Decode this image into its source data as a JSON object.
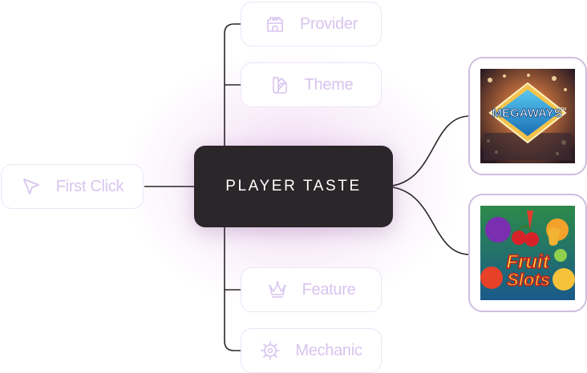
{
  "center": {
    "label": "PLAYER TASTE"
  },
  "left_node": {
    "label": "First Click",
    "icon": "cursor-arrow-icon"
  },
  "branches": [
    {
      "label": "Provider",
      "icon": "castle-icon"
    },
    {
      "label": "Theme",
      "icon": "palette-icon"
    },
    {
      "label": "Feature",
      "icon": "crown-icon"
    },
    {
      "label": "Mechanic",
      "icon": "gear-icon"
    }
  ],
  "games": [
    {
      "title": "MEGAWAYS",
      "superscript": "TM",
      "icon": "megaways-game-thumbnail"
    },
    {
      "title_line1": "Fruit",
      "title_line2": "Slots",
      "icon": "fruit-slots-game-thumbnail"
    }
  ],
  "colors": {
    "pill_text": "#d8c4ef",
    "pill_border": "#ece4f6",
    "center_bg": "#2b2629",
    "card_border": "#cdbfe0",
    "connector": "#2a2528"
  }
}
